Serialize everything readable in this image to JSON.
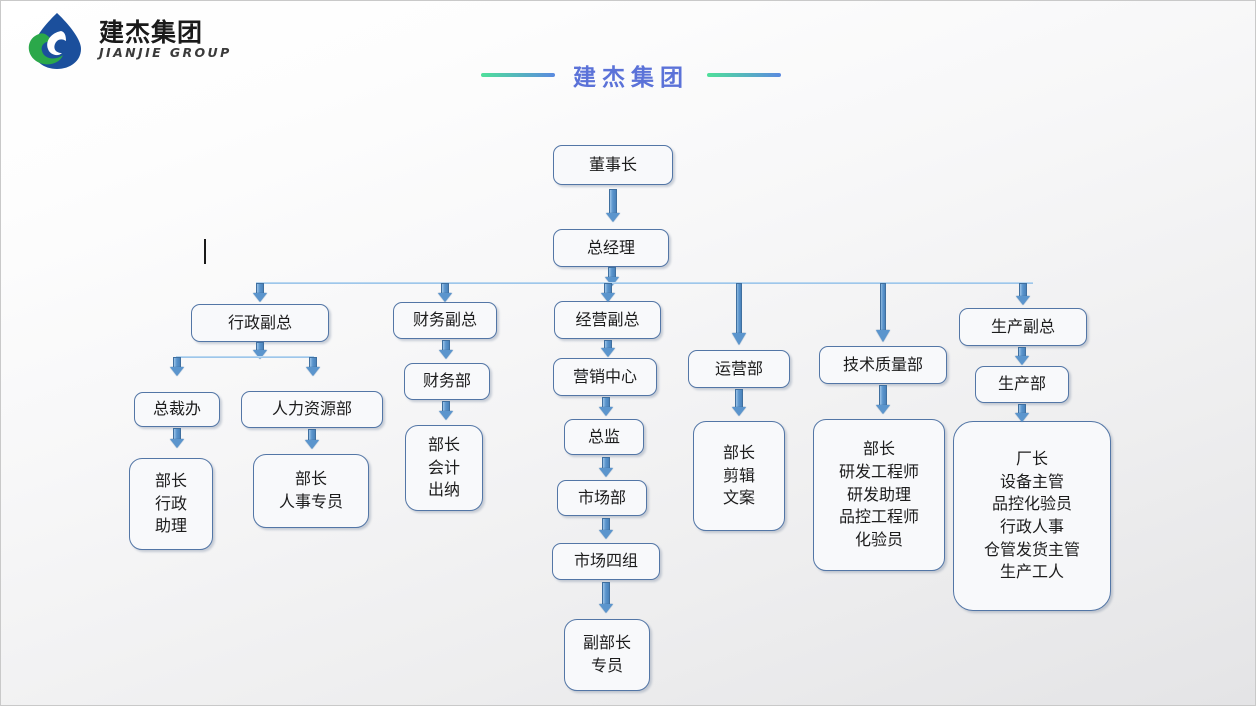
{
  "brand": {
    "logo_icon": "water-drop-logo-icon",
    "logo_cn": "建杰集团",
    "logo_en": "JIANJIE GROUP",
    "colors": {
      "logo_blue": "#1b4f9c",
      "logo_green": "#2ba84a",
      "title_blue": "#5b72d8",
      "accent_green": "#4fe09a",
      "accent_blue": "#5b8ae0",
      "node_border": "#5376a6",
      "node_fill": "#f8f9fb",
      "arrow_blue": "#5b95cd",
      "bus_line": "#9ec6ea"
    }
  },
  "header": {
    "title": "建杰集团"
  },
  "chart": {
    "type": "org-chart",
    "nodes": {
      "chairman": {
        "label": "董事长"
      },
      "general_manager": {
        "label": "总经理"
      },
      "vp_admin": {
        "label": "行政副总"
      },
      "vp_finance": {
        "label": "财务副总"
      },
      "vp_operations": {
        "label": "经营副总"
      },
      "dept_operations": {
        "label": "运营部"
      },
      "dept_tech_quality": {
        "label": "技术质量部"
      },
      "vp_production": {
        "label": "生产副总"
      },
      "office_president": {
        "label": "总裁办"
      },
      "dept_hr": {
        "label": "人力资源部"
      },
      "dept_finance": {
        "label": "财务部"
      },
      "marketing_center": {
        "label": "营销中心"
      },
      "director": {
        "label": "总监"
      },
      "dept_market": {
        "label": "市场部"
      },
      "market_group_4": {
        "label": "市场四组"
      },
      "dept_production": {
        "label": "生产部"
      },
      "roles_president_office": {
        "lines": [
          "部长",
          "行政",
          "助理"
        ]
      },
      "roles_hr": {
        "lines": [
          "部长",
          "人事专员"
        ]
      },
      "roles_finance": {
        "lines": [
          "部长",
          "会计",
          "出纳"
        ]
      },
      "roles_market": {
        "lines": [
          "副部长",
          "专员"
        ]
      },
      "roles_operations": {
        "lines": [
          "部长",
          "剪辑",
          "文案"
        ]
      },
      "roles_tech_quality": {
        "lines": [
          "部长",
          "研发工程师",
          "研发助理",
          "品控工程师",
          "化验员"
        ]
      },
      "roles_production": {
        "lines": [
          "厂长",
          "设备主管",
          "品控化验员",
          "行政人事",
          "仓管发货主管",
          "生产工人"
        ]
      }
    }
  }
}
